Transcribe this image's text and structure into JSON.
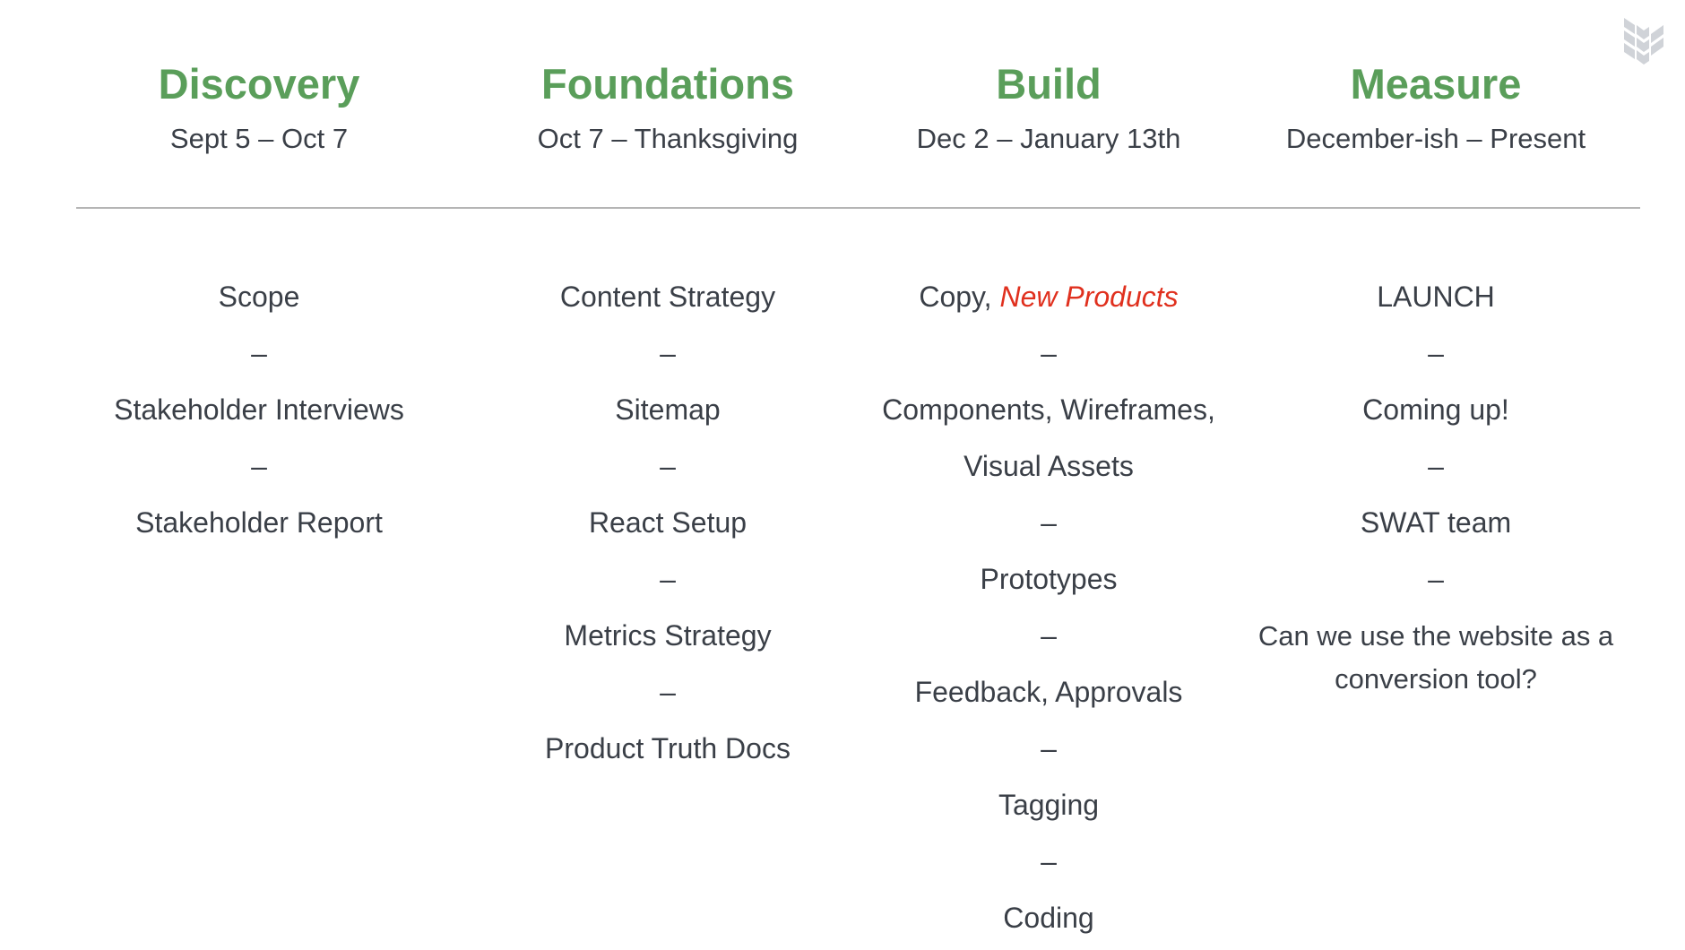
{
  "logo": {
    "icon": "leaf-chevron-logo-icon",
    "color": "#d0d3d8"
  },
  "colors": {
    "title": "#5a9e5a",
    "text": "#3a3f47",
    "highlight": "#e0301e",
    "divider": "#b5b5b5"
  },
  "phases": [
    {
      "title": "Discovery",
      "dates": "Sept 5 – Oct 7",
      "items": [
        "Scope",
        "–",
        "Stakeholder Interviews",
        "–",
        "Stakeholder Report"
      ]
    },
    {
      "title": "Foundations",
      "dates": "Oct 7 – Thanksgiving",
      "items": [
        "Content Strategy",
        "–",
        "Sitemap",
        "–",
        "React Setup",
        "–",
        "Metrics Strategy",
        "–",
        "Product Truth Docs"
      ]
    },
    {
      "title": "Build",
      "dates": "Dec 2 – January 13th",
      "first_item_prefix": "Copy, ",
      "first_item_highlight": "New Products",
      "items": [
        "–",
        "Components, Wireframes, Visual Assets",
        "–",
        "Prototypes",
        "–",
        "Feedback, Approvals",
        "–",
        "Tagging",
        "–",
        "Coding"
      ]
    },
    {
      "title": "Measure",
      "dates": "December-ish – Present",
      "items": [
        "LAUNCH",
        "–",
        "Coming up!",
        "–",
        "SWAT team",
        "–",
        "Can we use the website as a conversion tool?"
      ]
    }
  ]
}
